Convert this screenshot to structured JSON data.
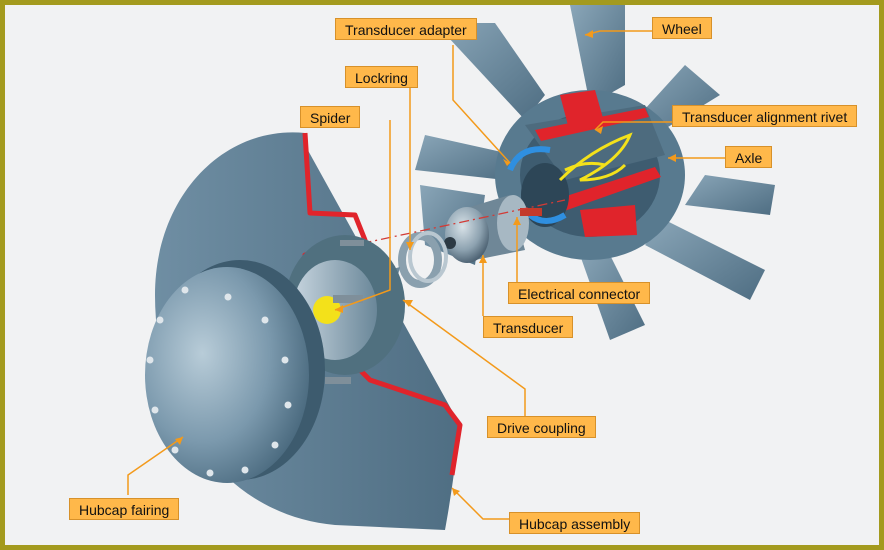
{
  "diagram": {
    "labels": {
      "transducer_adapter": "Transducer adapter",
      "wheel": "Wheel",
      "lockring": "Lockring",
      "spider": "Spider",
      "transducer_alignment_rivet": "Transducer alignment rivet",
      "axle": "Axle",
      "electrical_connector": "Electrical connector",
      "transducer": "Transducer",
      "drive_coupling": "Drive coupling",
      "hubcap_fairing": "Hubcap fairing",
      "hubcap_assembly": "Hubcap assembly"
    },
    "colors": {
      "frame": "#a39a1e",
      "background": "#f1f2f3",
      "callout_fill": "#ffb84a",
      "leader_line": "#f39a1b",
      "metal": "#5f7f94",
      "section_cut": "#e0242b",
      "wiring": "#f3e11a"
    }
  }
}
